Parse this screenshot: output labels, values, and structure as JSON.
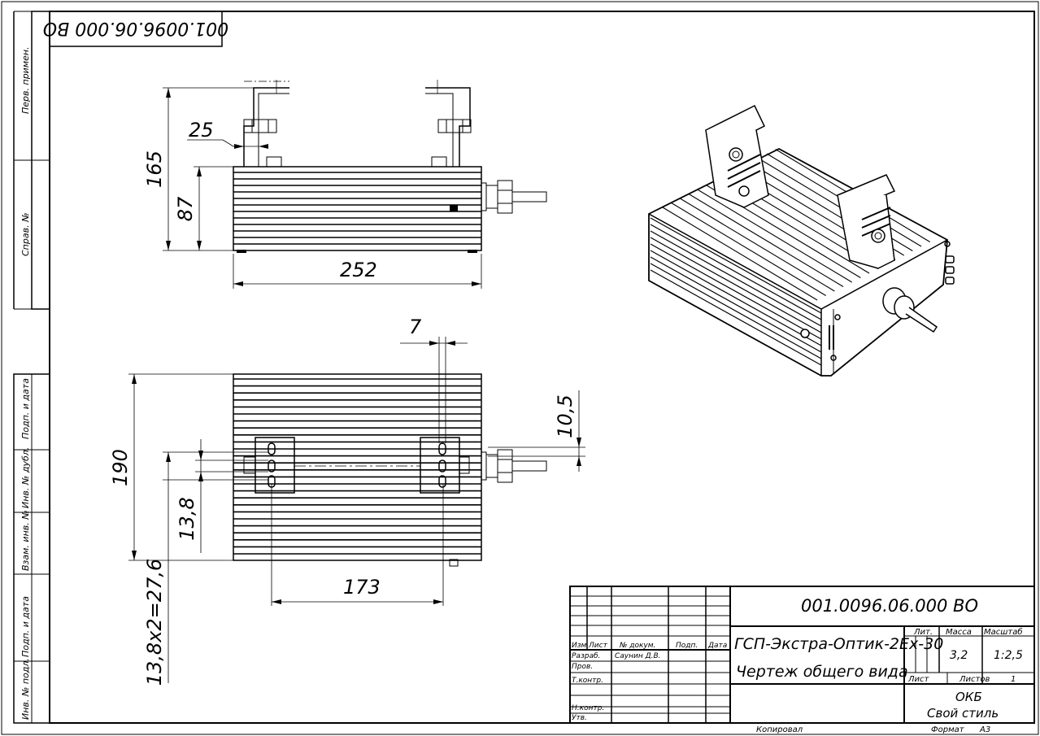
{
  "drawing": {
    "doc_code": "001.0096.06.000 ВО",
    "corner_stamp": "001.0096.06.000 ВО",
    "product_name": "ГСП-Экстра-Оптик-2Ex-30",
    "doc_title": "Чертеж общего вида"
  },
  "dimensions": {
    "d25": "25",
    "d165": "165",
    "d87": "87",
    "d252": "252",
    "d7": "7",
    "d10_5": "10,5",
    "d190": "190",
    "d13_8": "13,8",
    "d173": "173",
    "d_holes": "13,8x2=27,6"
  },
  "side_strip": {
    "perv_primen": "Перв. примен.",
    "sprav_no": "Справ. №",
    "podp_data_top": "Подп. и дата",
    "inv_dubl": "Инв. № дубл.",
    "vzam_inv": "Взам. инв. №",
    "podp_data_bottom": "Подп. и дата",
    "inv_podl": "Инв. № подл."
  },
  "title_block": {
    "h_izm": "Изм",
    "h_list": "Лист",
    "h_docnum": "№ докум.",
    "h_podp": "Подп.",
    "h_data": "Дата",
    "razrab": "Разраб.",
    "razrab_name": "Саунин Д.В.",
    "prov": "Пров.",
    "tkontr": "Т.контр.",
    "nkontr": "Н.контр.",
    "utv": "Утв.",
    "lit_label": "Лит.",
    "massa_label": "Масса",
    "masshtab_label": "Масштаб",
    "massa": "3,2",
    "masshtab": "1:2,5",
    "list_label": "Лист",
    "listov_label": "Листов",
    "listov": "1",
    "org1": "ОКБ",
    "org2": "Свой стиль",
    "kopiroval": "Копировал",
    "format_label": "Формат",
    "format": "А3"
  }
}
